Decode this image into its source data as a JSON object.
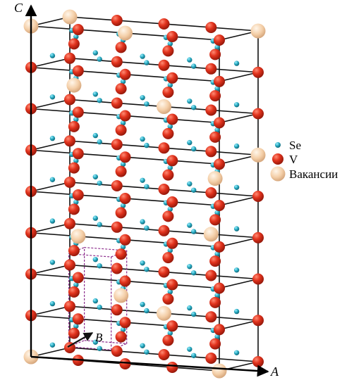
{
  "axes": {
    "a_label": "A",
    "b_label": "B",
    "c_label": "C"
  },
  "legend": [
    {
      "label": "Se",
      "color": "#27a9c0",
      "kind": "se"
    },
    {
      "label": "V",
      "color": "#d42e1a",
      "kind": "v"
    },
    {
      "label": "Вакансии",
      "color": "#f4cfa8",
      "kind": "vac"
    }
  ],
  "colors": {
    "se": "#27a9c0",
    "v": "#d42e1a",
    "vacancy": "#f4cfa8",
    "unit_cell": "#8b2a8b",
    "bonds": "#111111"
  }
}
